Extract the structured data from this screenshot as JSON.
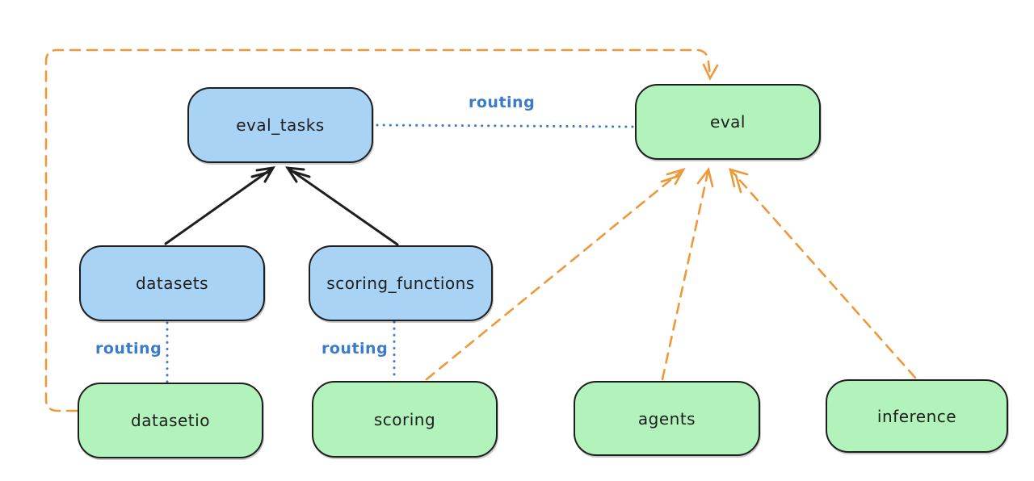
{
  "diagram": {
    "nodes": {
      "eval_tasks": {
        "label": "eval_tasks",
        "color": "blue"
      },
      "eval": {
        "label": "eval",
        "color": "green"
      },
      "datasets": {
        "label": "datasets",
        "color": "blue"
      },
      "scoring_functions": {
        "label": "scoring_functions",
        "color": "blue"
      },
      "datasetio": {
        "label": "datasetio",
        "color": "green"
      },
      "scoring": {
        "label": "scoring",
        "color": "green"
      },
      "agents": {
        "label": "agents",
        "color": "green"
      },
      "inference": {
        "label": "inference",
        "color": "green"
      }
    },
    "edges": [
      {
        "from": "datasets",
        "to": "eval_tasks",
        "style": "solid-arrow",
        "color": "black",
        "label": ""
      },
      {
        "from": "scoring_functions",
        "to": "eval_tasks",
        "style": "solid-arrow",
        "color": "black",
        "label": ""
      },
      {
        "from": "eval_tasks",
        "to": "eval",
        "style": "dotted",
        "color": "blue",
        "label": "routing"
      },
      {
        "from": "datasets",
        "to": "datasetio",
        "style": "dotted",
        "color": "blue",
        "label": "routing"
      },
      {
        "from": "scoring_functions",
        "to": "scoring",
        "style": "dotted",
        "color": "blue",
        "label": "routing"
      },
      {
        "from": "datasetio",
        "to": "eval",
        "style": "dashed-arrow",
        "color": "orange",
        "label": ""
      },
      {
        "from": "scoring",
        "to": "eval",
        "style": "dashed-arrow",
        "color": "orange",
        "label": ""
      },
      {
        "from": "agents",
        "to": "eval",
        "style": "dashed-arrow",
        "color": "orange",
        "label": ""
      },
      {
        "from": "inference",
        "to": "eval",
        "style": "dashed-arrow",
        "color": "orange",
        "label": ""
      }
    ],
    "colors": {
      "blue_fill": "#a9d3f5",
      "green_fill": "#b2f2bb",
      "stroke": "#1e1e1e",
      "orange": "#ee9939",
      "blue_line": "#3b7cc9"
    }
  }
}
